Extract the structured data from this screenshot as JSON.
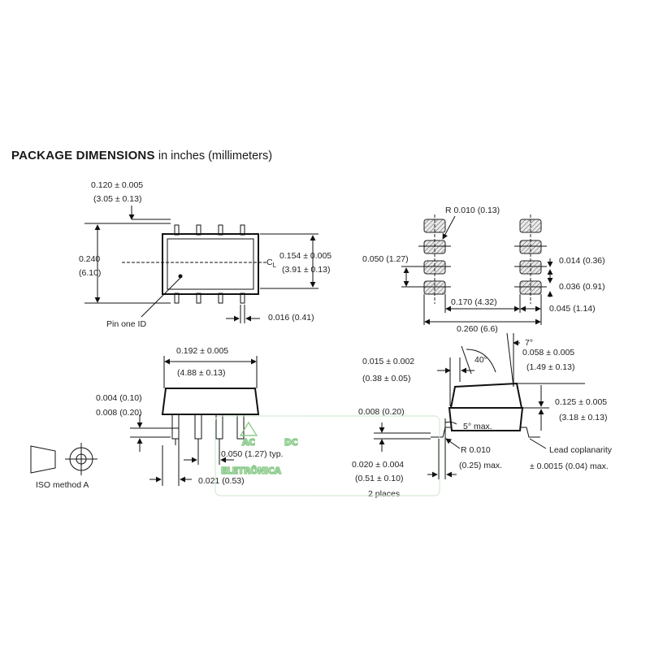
{
  "title": {
    "bold": "PACKAGE DIMENSIONS",
    "normal": "in inches (millimeters)"
  },
  "top_view": {
    "length_in": "0.120 ± 0.005",
    "length_mm": "(3.05 ± 0.13)",
    "height_in": "0.240",
    "height_mm": "(6.10)",
    "body_in": "0.154 ± 0.005",
    "body_mm": "(3.91 ± 0.13)",
    "centerline": "C",
    "centerline_sub": "L",
    "pin_one": "Pin one ID",
    "lead_width": "0.016   (0.41)"
  },
  "footprint": {
    "radius": "R 0.010 (0.13)",
    "pitch": "0.050 (1.27)",
    "pad_width": "0.014 (0.36)",
    "pad_length": "0.036 (0.91)",
    "inner_span": "0.170 (4.32)",
    "pad_ext": "0.045 (1.14)",
    "outer_span": "0.260 (6.6)"
  },
  "side_view": {
    "body_len_in": "0.192 ± 0.005",
    "body_len_mm": "(4.88 ± 0.13)",
    "standoff_in": "0.004  (0.10)",
    "standoff_mm": "0.008  (0.20)",
    "pitch_typ": "0.050 (1.27) typ.",
    "lead_w": "0.021  (0.53)",
    "lead_thick_in": "0.020 ± 0.004",
    "lead_thick_mm": "(0.51 ± 0.10)",
    "places": "2 places"
  },
  "end_view": {
    "a_in": "0.015 ± 0.002",
    "a_mm": "(0.38 ± 0.05)",
    "angle40": "40°",
    "angle7": "7°",
    "b_in": "0.058 ± 0.005",
    "b_mm": "(1.49 ± 0.13)",
    "height_in": "0.125 ± 0.005",
    "height_mm": "(3.18 ± 0.13)",
    "lead_t": "0.008 (0.20)",
    "angle5": "5°   max.",
    "radius": "R 0.010",
    "radius_mm": "(0.25) max.",
    "coplanarity_1": "Lead coplanarity",
    "coplanarity_2": "± 0.0015 (0.04) max."
  },
  "iso": {
    "label": "ISO method A"
  },
  "watermark": {
    "ac": "AC",
    "dc": "DC",
    "brand": "ELETRÔNICA"
  },
  "colors": {
    "watermark": "#7cc47c",
    "line": "#111111",
    "hatch": "#666666"
  }
}
